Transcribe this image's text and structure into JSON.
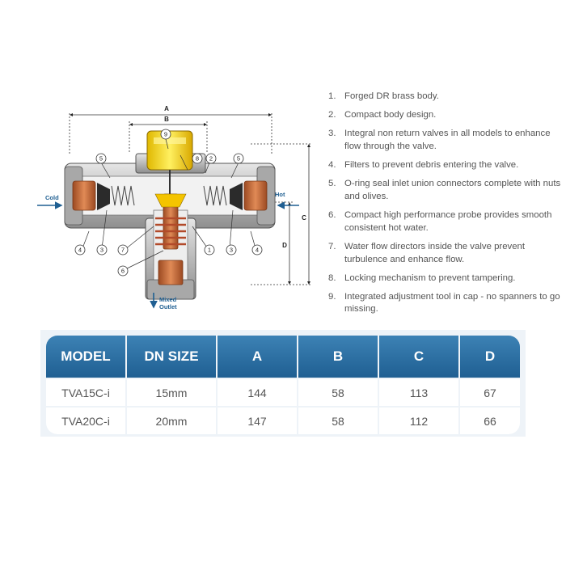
{
  "diagram": {
    "dimensions": {
      "a": "A",
      "b": "B",
      "c": "C",
      "d": "D"
    },
    "flow_labels": {
      "cold": "Cold",
      "hot": "Hot",
      "mixed_outlet_line1": "Mixed",
      "mixed_outlet_line2": "Outlet"
    },
    "callouts": {
      "c1": "1",
      "c2": "2",
      "c3": "3",
      "c4": "4",
      "c5": "5",
      "c6": "6",
      "c7": "7",
      "c8": "8",
      "c9": "9"
    },
    "colors": {
      "body": "#c8c8c8",
      "brass_cap": "#f5d000",
      "copper": "#c86a3a",
      "flow_arrow": "#1f5f92"
    }
  },
  "features": [
    {
      "num": "1.",
      "text": "Forged DR brass body."
    },
    {
      "num": "2.",
      "text": "Compact body design."
    },
    {
      "num": "3.",
      "text": "Integral non return valves in all models to enhance flow through the valve."
    },
    {
      "num": "4.",
      "text": "Filters to prevent debris entering the valve."
    },
    {
      "num": "5.",
      "text": "O-ring seal inlet union connectors complete with nuts and olives."
    },
    {
      "num": "6.",
      "text": "Compact high performance probe provides smooth consistent hot water."
    },
    {
      "num": "7.",
      "text": "Water flow directors inside the valve prevent turbulence and enhance flow."
    },
    {
      "num": "8.",
      "text": "Locking mechanism to prevent tampering."
    },
    {
      "num": "9.",
      "text": "Integrated adjustment tool in cap - no spanners to go missing."
    }
  ],
  "spec_table": {
    "headers": [
      "MODEL",
      "DN SIZE",
      "A",
      "B",
      "C",
      "D"
    ],
    "rows": [
      [
        "TVA15C-i",
        "15mm",
        "144",
        "58",
        "113",
        "67"
      ],
      [
        "TVA20C-i",
        "20mm",
        "147",
        "58",
        "112",
        "66"
      ]
    ],
    "colors": {
      "header_top": "#3d82b5",
      "header_bottom": "#1f5f92",
      "frame": "#eef3f8"
    }
  }
}
